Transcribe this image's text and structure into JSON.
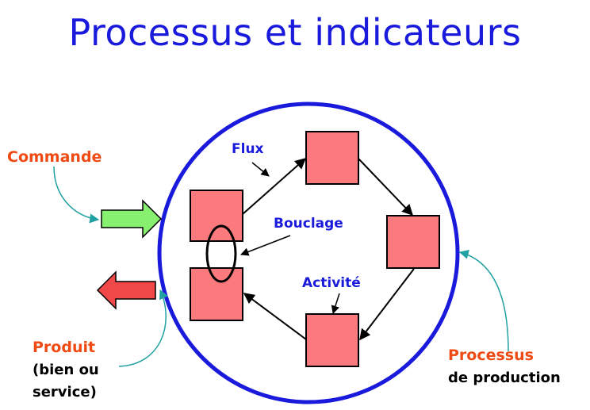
{
  "title": "Processus et indicateurs",
  "labels": {
    "commande": "Commande",
    "flux": "Flux",
    "bouclage": "Bouclage",
    "activite": "Activité",
    "produit": "Produit",
    "produit_line2": "(bien ou",
    "produit_line3": "service)",
    "processus": "Processus",
    "processus_line2": "de production"
  },
  "colors": {
    "title": "#1a1adc",
    "circle": "#1a1adc",
    "activity_fill": "#fa7a7e",
    "input_arrow": "#88f070",
    "output_arrow": "#f04848",
    "orange_label": "#f04a14",
    "blue_label": "#1a1adc",
    "callout_line": "#20a0a0"
  }
}
